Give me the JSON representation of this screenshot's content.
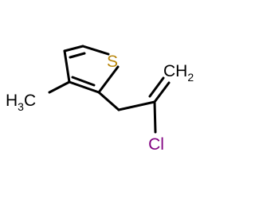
{
  "molecule": {
    "atoms": {
      "sulfur": {
        "symbol": "S",
        "color": "#b8860b"
      },
      "chlorine": {
        "symbol": "Cl",
        "color": "#800080"
      },
      "methyl": {
        "symbol": "H",
        "subscript": "3",
        "rest": "C",
        "color": "#000000"
      },
      "methylene": {
        "symbol": "CH",
        "subscript": "2",
        "color": "#000000"
      }
    },
    "bond_color": "#000000"
  }
}
